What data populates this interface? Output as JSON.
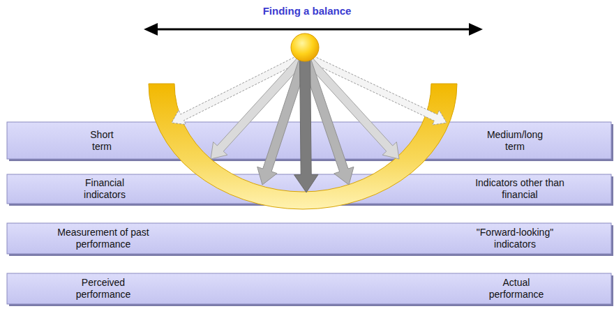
{
  "diagram": {
    "title": "Finding a balance",
    "nodes": [
      {
        "text": [
          "Short term",
          "Medium/long term"
        ]
      },
      {
        "text": [
          "Financial indicators",
          "Indicators other than financial"
        ]
      },
      {
        "text": [
          "Measurement of past performance",
          "\"Forward-looking\" indicators"
        ]
      },
      {
        "text": [
          "Perceived performance",
          "Actual performance"
        ]
      }
    ]
  }
}
